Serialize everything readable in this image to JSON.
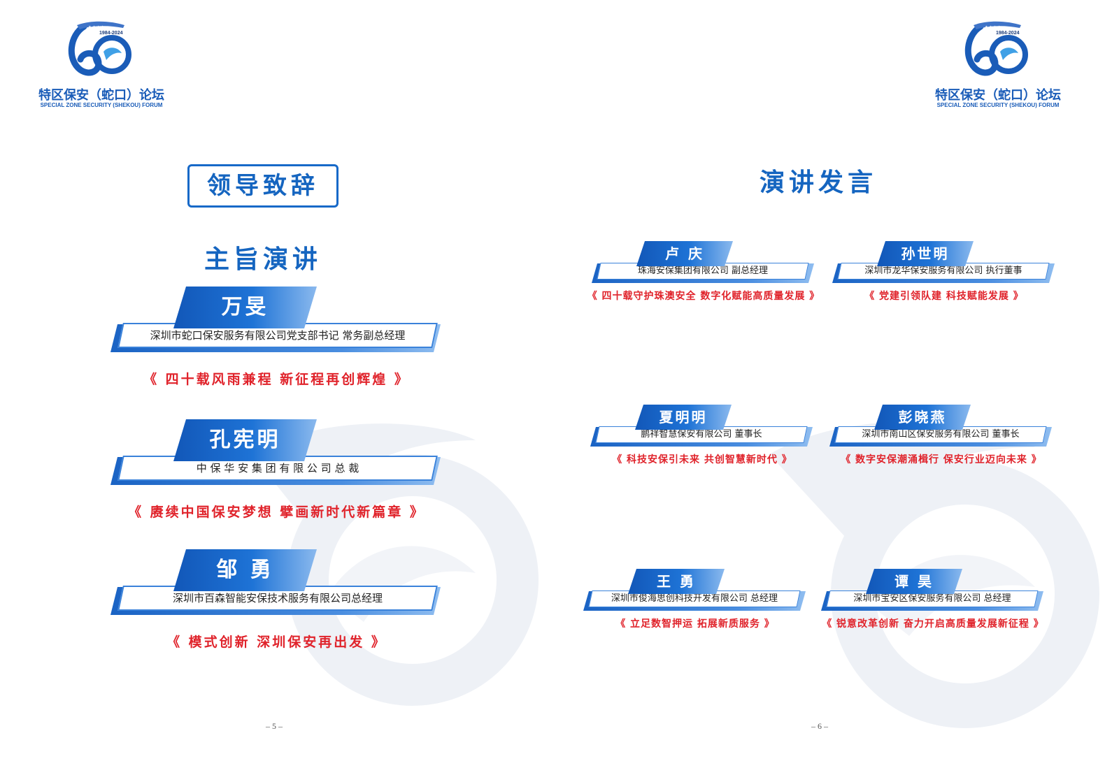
{
  "logo": {
    "years": "1984-2024",
    "title_cn": "特区保安（蛇口）论坛",
    "title_en": "SPECIAL ZONE SECURITY (SHEKOU) FORUM",
    "icon": "sixty-anniversary-emblem"
  },
  "left": {
    "section_title": "领导致辞",
    "subtitle": "主旨演讲",
    "speakers": [
      {
        "name": "万旻",
        "position": "深圳市蛇口保安服务有限公司党支部书记 常务副总经理",
        "topic": "《 四十载风雨兼程  新征程再创辉煌 》"
      },
      {
        "name": "孔宪明",
        "position": "中 保 华 安 集 团 有 限 公 司    总 裁",
        "topic": "《 赓续中国保安梦想  擘画新时代新篇章 》"
      },
      {
        "name": "邹 勇",
        "position": "深圳市百森智能安保技术服务有限公司总经理",
        "topic": "《 模式创新  深圳保安再出发 》"
      }
    ],
    "page_number": "– 5 –"
  },
  "right": {
    "section_title": "演讲发言",
    "speakers": [
      {
        "name": "卢 庆",
        "position": "珠海安保集团有限公司  副总经理",
        "topic": "《 四十载守护珠澳安全  数字化赋能高质量发展 》"
      },
      {
        "name": "孙世明",
        "position": "深圳市龙华保安服务有限公司  执行董事",
        "topic": "《 党建引领队建  科技赋能发展 》"
      },
      {
        "name": "夏明明",
        "position": "鹏祥智慧保安有限公司  董事长",
        "topic": "《 科技安保引未来  共创智慧新时代 》"
      },
      {
        "name": "彭晓燕",
        "position": "深圳市南山区保安服务有限公司  董事长",
        "topic": "《 数字安保潮涌楫行  保安行业迈向未来 》"
      },
      {
        "name": "王 勇",
        "position": "深圳市俊海思创科技开发有限公司 总经理",
        "topic": "《 立足数智押运  拓展新质服务 》"
      },
      {
        "name": "谭 昊",
        "position": "深圳市宝安区保安服务有限公司  总经理",
        "topic": "《 锐意改革创新  奋力开启高质量发展新征程 》"
      }
    ],
    "page_number": "– 6 –"
  },
  "colors": {
    "primary_blue": "#1565c0",
    "accent_red": "#e0232b",
    "bar_border": "#3a82da"
  }
}
